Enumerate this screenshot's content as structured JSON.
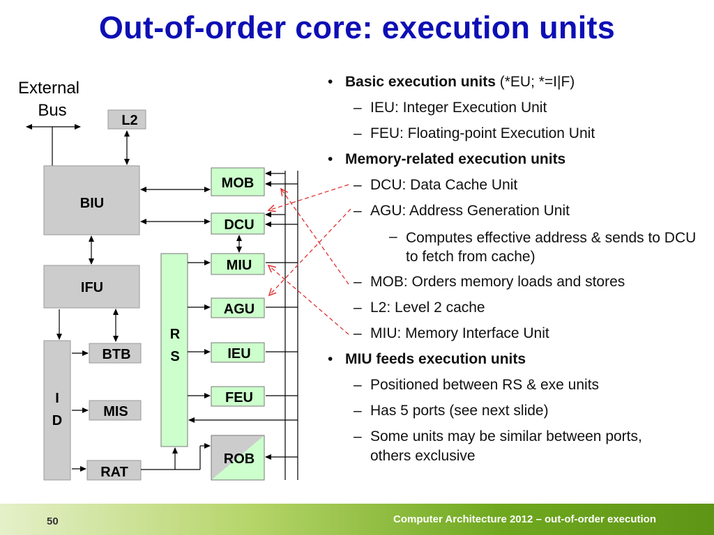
{
  "slide": {
    "title": "Out-of-order core: execution units",
    "page_number": "50",
    "footer": "Computer Architecture 2012 – out-of-order execution"
  },
  "diagram": {
    "external_bus_line1": "External",
    "external_bus_line2": "Bus",
    "l2": "L2",
    "biu": "BIU",
    "ifu": "IFU",
    "id_line1": "I",
    "id_line2": "D",
    "btb": "BTB",
    "mis": "MIS",
    "rat": "RAT",
    "rs_line1": "R",
    "rs_line2": "S",
    "mob": "MOB",
    "dcu": "DCU",
    "miu": "MIU",
    "agu": "AGU",
    "ieu": "IEU",
    "feu": "FEU",
    "rob": "ROB",
    "colors": {
      "block_gray": "#cccccc",
      "block_green": "#ccffcc",
      "arrow_red": "#e03030"
    }
  },
  "bullets": {
    "b1_bold": "Basic execution units",
    "b1_rest": " (*EU; *=I|F)",
    "b1_ieu": "IEU: Integer Execution Unit",
    "b1_feu": "FEU: Floating-point Execution Unit",
    "b2_bold": "Memory-related execution units",
    "b2_dcu": "DCU: Data Cache Unit",
    "b2_agu": "AGU: Address Generation Unit",
    "b2_agu_sub": "Computes effective address & sends to DCU to fetch from cache)",
    "b2_mob": "MOB: Orders memory loads and stores",
    "b2_l2": "L2: Level 2 cache",
    "b2_miu": "MIU: Memory Interface Unit",
    "b3_bold": "MIU feeds execution units",
    "b3_pos": "Positioned between RS & exe units",
    "b3_ports": "Has 5 ports (see next slide)",
    "b3_similar_line1": "Some units may be similar between ports,",
    "b3_similar_line2": "others exclusive"
  }
}
